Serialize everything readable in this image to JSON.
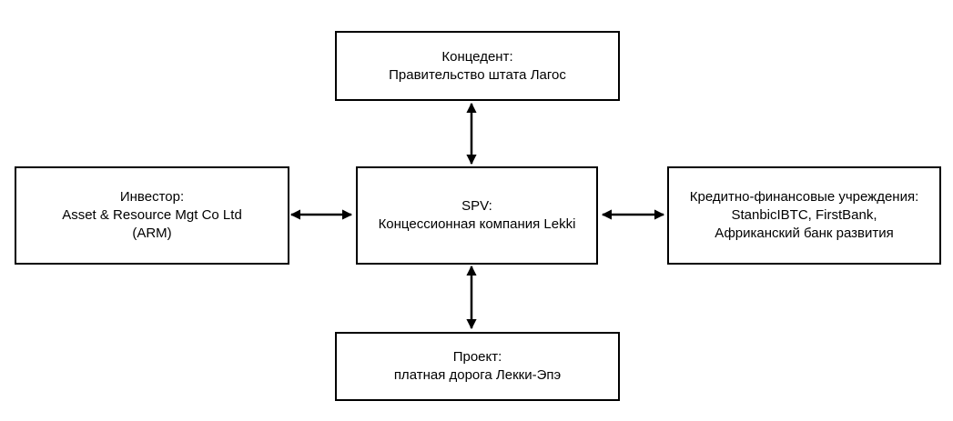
{
  "concedent": {
    "line1": "Концедент:",
    "line2": "Правительство штата Лагос"
  },
  "investor": {
    "line1": "Инвестор:",
    "line2": "Asset & Resource Mgt Co Ltd",
    "line3": "(ARM)"
  },
  "spv": {
    "line1": "SPV:",
    "line2": "Концессионная компания Lekki"
  },
  "lenders": {
    "line1": "Кредитно-финансовые учреждения:",
    "line2": "StanbicIBTC, FirstBank,",
    "line3": "Африканский банк развития"
  },
  "project": {
    "line1": "Проект:",
    "line2": "платная дорога Лекки-Эпэ"
  }
}
